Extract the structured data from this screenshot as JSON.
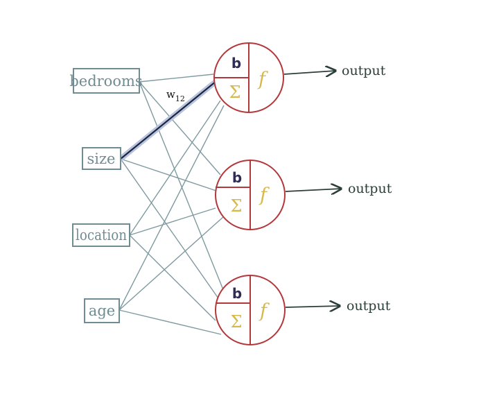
{
  "inputs": [
    {
      "id": "bedrooms",
      "label": "bedrooms"
    },
    {
      "id": "size",
      "label": "size"
    },
    {
      "id": "location",
      "label": "location"
    },
    {
      "id": "age",
      "label": "age"
    }
  ],
  "neurons": [
    {
      "bias": "b",
      "sum": "Σ",
      "activation": "f",
      "output": "output"
    },
    {
      "bias": "b",
      "sum": "Σ",
      "activation": "f",
      "output": "output"
    },
    {
      "bias": "b",
      "sum": "Σ",
      "activation": "f",
      "output": "output"
    }
  ],
  "weight": {
    "base": "w",
    "subscript": "12",
    "highlight": {
      "from_input": 1,
      "to_neuron": 0
    }
  },
  "colors": {
    "input_box": "#6f8c93",
    "connection": "#7e9aa0",
    "neuron_outline": "#b3373a",
    "highlight_edge": "#1b2440",
    "highlight_glow": "#b8c3dd",
    "bias_text": "#2f2c55",
    "sum_activation_text": "#d7b84a",
    "output_arrow": "#2c3e3a"
  }
}
